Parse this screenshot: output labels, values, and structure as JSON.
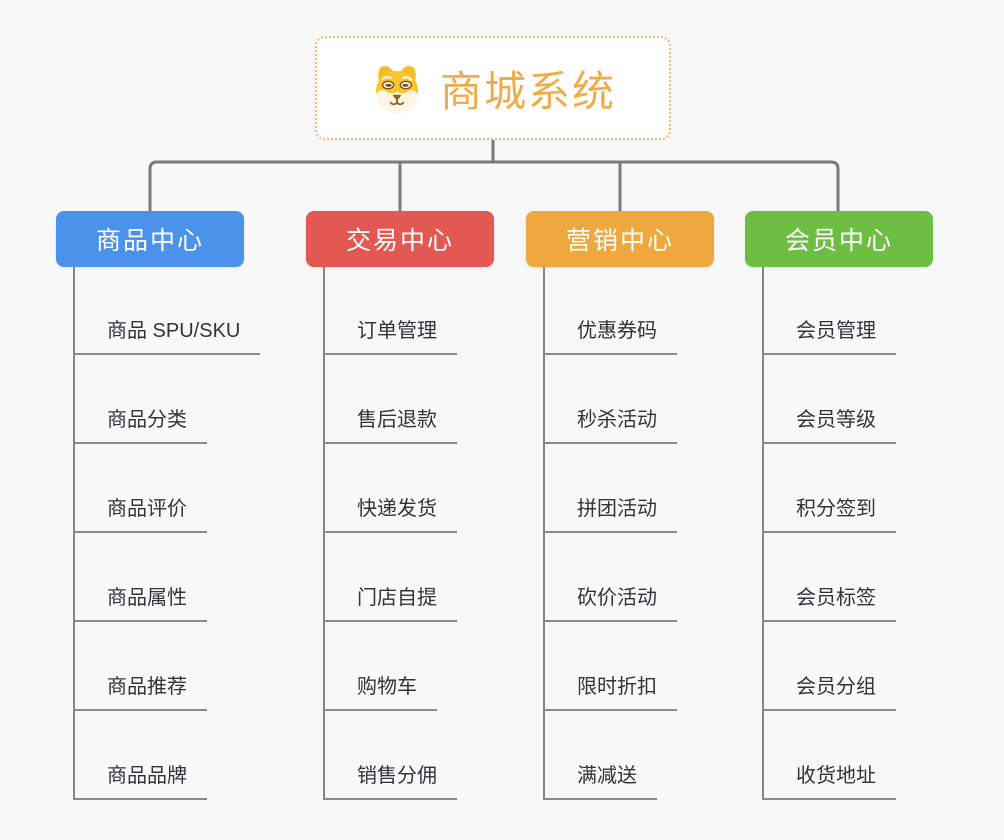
{
  "root": {
    "label": "商城系统",
    "icon": "doge-dog-icon",
    "text_color": "#f0ab4a",
    "border_color": "#f2bb64"
  },
  "connector_color": "#7b7b7b",
  "branches": [
    {
      "id": "product-center",
      "label": "商品中心",
      "color": "#4b93ea",
      "items": [
        "商品 SPU/SKU",
        "商品分类",
        "商品评价",
        "商品属性",
        "商品推荐",
        "商品品牌"
      ]
    },
    {
      "id": "trade-center",
      "label": "交易中心",
      "color": "#e45853",
      "items": [
        "订单管理",
        "售后退款",
        "快递发货",
        "门店自提",
        "购物车",
        "销售分佣"
      ]
    },
    {
      "id": "marketing-center",
      "label": "营销中心",
      "color": "#efa83d",
      "items": [
        "优惠券码",
        "秒杀活动",
        "拼团活动",
        "砍价活动",
        "限时折扣",
        "满减送"
      ]
    },
    {
      "id": "member-center",
      "label": "会员中心",
      "color": "#6ebe44",
      "items": [
        "会员管理",
        "会员等级",
        "积分签到",
        "会员标签",
        "会员分组",
        "收货地址"
      ]
    }
  ]
}
